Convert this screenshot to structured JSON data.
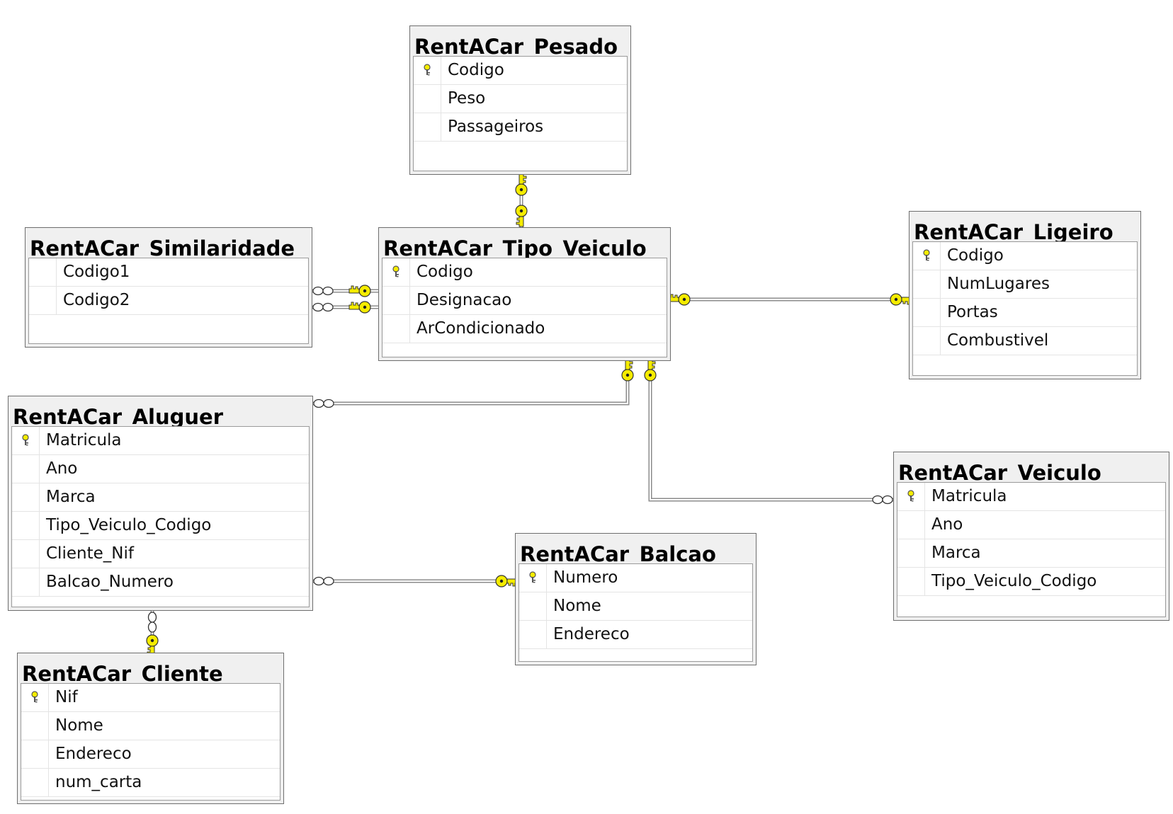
{
  "colors": {
    "key_yellow": "#f5ec00",
    "line": "#8a8a8a",
    "header_bg": "#f0f0f0"
  },
  "tables": {
    "pesado": {
      "title": "RentACar_Pesado",
      "fields": [
        {
          "name": "Codigo",
          "pk": true
        },
        {
          "name": "Peso",
          "pk": false
        },
        {
          "name": "Passageiros",
          "pk": false
        }
      ]
    },
    "tipo_veiculo": {
      "title": "RentACar_Tipo_Veiculo",
      "fields": [
        {
          "name": "Codigo",
          "pk": true
        },
        {
          "name": "Designacao",
          "pk": false
        },
        {
          "name": "ArCondicionado",
          "pk": false
        }
      ]
    },
    "similaridade": {
      "title": "RentACar_Similaridade",
      "fields": [
        {
          "name": "Codigo1",
          "pk": false
        },
        {
          "name": "Codigo2",
          "pk": false
        }
      ]
    },
    "ligeiro": {
      "title": "RentACar_Ligeiro",
      "fields": [
        {
          "name": "Codigo",
          "pk": true
        },
        {
          "name": "NumLugares",
          "pk": false
        },
        {
          "name": "Portas",
          "pk": false
        },
        {
          "name": "Combustivel",
          "pk": false
        }
      ]
    },
    "aluguer": {
      "title": "RentACar_Aluguer",
      "fields": [
        {
          "name": "Matricula",
          "pk": true
        },
        {
          "name": "Ano",
          "pk": false
        },
        {
          "name": "Marca",
          "pk": false
        },
        {
          "name": "Tipo_Veiculo_Codigo",
          "pk": false
        },
        {
          "name": "Cliente_Nif",
          "pk": false
        },
        {
          "name": "Balcao_Numero",
          "pk": false
        }
      ]
    },
    "veiculo": {
      "title": "RentACar_Veiculo",
      "fields": [
        {
          "name": "Matricula",
          "pk": true
        },
        {
          "name": "Ano",
          "pk": false
        },
        {
          "name": "Marca",
          "pk": false
        },
        {
          "name": "Tipo_Veiculo_Codigo",
          "pk": false
        }
      ]
    },
    "balcao": {
      "title": "RentACar_Balcao",
      "fields": [
        {
          "name": "Numero",
          "pk": true
        },
        {
          "name": "Nome",
          "pk": false
        },
        {
          "name": "Endereco",
          "pk": false
        }
      ]
    },
    "cliente": {
      "title": "RentACar_Cliente",
      "fields": [
        {
          "name": "Nif",
          "pk": true
        },
        {
          "name": "Nome",
          "pk": false
        },
        {
          "name": "Endereco",
          "pk": false
        },
        {
          "name": "num_carta",
          "pk": false
        }
      ]
    }
  },
  "relationships": [
    {
      "from": "pesado",
      "to": "tipo_veiculo",
      "from_end": "one",
      "to_end": "one"
    },
    {
      "from": "similaridade",
      "to": "tipo_veiculo",
      "from_end": "many",
      "to_end": "one"
    },
    {
      "from": "similaridade",
      "to": "tipo_veiculo",
      "from_end": "many",
      "to_end": "one"
    },
    {
      "from": "tipo_veiculo",
      "to": "ligeiro",
      "from_end": "one",
      "to_end": "one"
    },
    {
      "from": "aluguer",
      "to": "tipo_veiculo",
      "from_end": "many",
      "to_end": "one"
    },
    {
      "from": "veiculo",
      "to": "tipo_veiculo",
      "from_end": "many",
      "to_end": "one"
    },
    {
      "from": "aluguer",
      "to": "balcao",
      "from_end": "many",
      "to_end": "one"
    },
    {
      "from": "aluguer",
      "to": "cliente",
      "from_end": "many",
      "to_end": "one"
    }
  ]
}
